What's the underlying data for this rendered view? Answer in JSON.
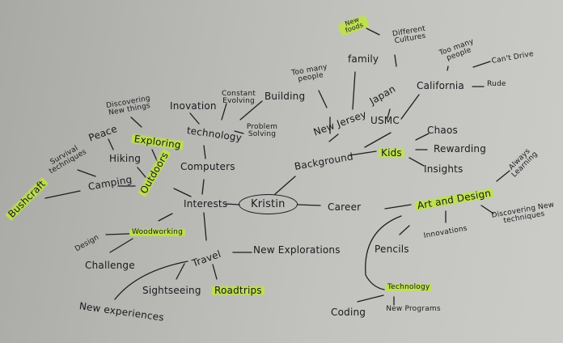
{
  "mindmap": {
    "center": "Kristin",
    "highlight_color": "#bee63c",
    "ink_color": "#1a1a20",
    "paper_color": "#bcbcb8",
    "branches": {
      "interests": {
        "label": "Interests",
        "computers": "Computers",
        "technology": "technology",
        "innovation": "Inovation",
        "constant_evolving": "Constant Evolving",
        "building": "Building",
        "problem_solving": "Problem Solving",
        "outdoors": "Outdoors",
        "exploring": "Exploring",
        "discovering_new_things": "Discovering New things",
        "hiking": "Hiking",
        "peace": "Peace",
        "camping": "Camping",
        "survival_techniques": "Survival techniques",
        "bushcraft": "Bushcraft",
        "woodworking": "Woodworking",
        "design": "Design",
        "challenge": "Challenge",
        "travel": "Travel",
        "new_explorations": "New Explorations",
        "sightseeing": "Sightseeing",
        "roadtrips": "Roadtrips",
        "new_experiences": "New experiences"
      },
      "background": {
        "label": "Background",
        "new_jersey": "New Jersey",
        "too_many_people_nj": "Too many people",
        "family": "family",
        "usmc": "USMC",
        "japan": "Japan",
        "different_cultures": "Different Cultures",
        "new_foods": "New foods",
        "california": "California",
        "too_many_people_ca": "Too many people",
        "cant_drive": "Can't Drive",
        "rude": "Rude",
        "kids": "Kids",
        "chaos": "Chaos",
        "rewarding": "Rewarding",
        "insights": "Insights"
      },
      "career": {
        "label": "Career",
        "art_and_design": "Art and Design",
        "always_learning": "Always Learning",
        "discovering_new_techniques": "Discovering New techniques",
        "innovations": "Innovations",
        "pencils": "Pencils",
        "technology": "Technology",
        "coding": "Coding",
        "new_programs": "New Programs"
      }
    }
  }
}
